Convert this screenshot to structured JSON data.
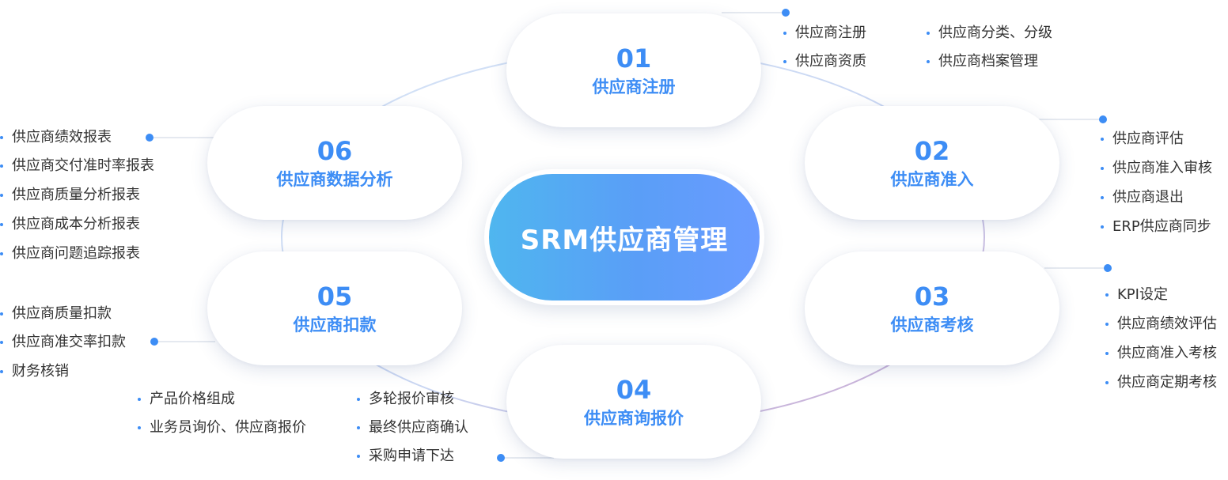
{
  "center": {
    "title": "SRM供应商管理"
  },
  "nodes": [
    {
      "num": "01",
      "title": "供应商注册"
    },
    {
      "num": "02",
      "title": "供应商准入"
    },
    {
      "num": "03",
      "title": "供应商考核"
    },
    {
      "num": "04",
      "title": "供应商询报价"
    },
    {
      "num": "05",
      "title": "供应商扣款"
    },
    {
      "num": "06",
      "title": "供应商数据分析"
    }
  ],
  "lists": {
    "n01a": [
      "供应商注册",
      "供应商资质"
    ],
    "n01b": [
      "供应商分类、分级",
      "供应商档案管理"
    ],
    "n02": [
      "供应商评估",
      "供应商准入审核",
      "供应商退出",
      "ERP供应商同步"
    ],
    "n03": [
      "KPI设定",
      "供应商绩效评估",
      "供应商准入考核",
      "供应商定期考核"
    ],
    "n04a": [
      "产品价格组成",
      "业务员询价、供应商报价"
    ],
    "n04b": [
      "多轮报价审核",
      "最终供应商确认",
      "采购申请下达"
    ],
    "n05": [
      "供应商质量扣款",
      "供应商准交率扣款",
      "财务核销"
    ],
    "n06": [
      "供应商绩效报表",
      "供应商交付准时率报表",
      "供应商质量分析报表",
      "供应商成本分析报表",
      "供应商问题追踪报表"
    ]
  },
  "colors": {
    "accent": "#3d8df5",
    "ring_blue": "#c9dbf3",
    "ring_purple": "#c8a3cc"
  }
}
